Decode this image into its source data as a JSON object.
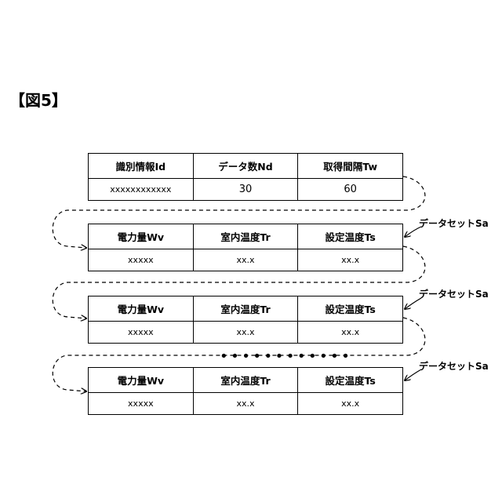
{
  "figure": {
    "label": "【図5】"
  },
  "header_table": {
    "headers": [
      "識別情報Id",
      "データ数Nd",
      "取得間隔Tw"
    ],
    "values": [
      "xxxxxxxxxxxx",
      "30",
      "60"
    ]
  },
  "data_sets": [
    {
      "label": "データセットSa",
      "headers": [
        "電力量Wv",
        "室内温度Tr",
        "設定温度Ts"
      ],
      "values": [
        "xxxxx",
        "xx.x",
        "xx.x"
      ]
    },
    {
      "label": "データセットSa",
      "headers": [
        "電力量Wv",
        "室内温度Tr",
        "設定温度Ts"
      ],
      "values": [
        "xxxxx",
        "xx.x",
        "xx.x"
      ]
    },
    {
      "label": "データセットSa",
      "headers": [
        "電力量Wv",
        "室内温度Tr",
        "設定温度Ts"
      ],
      "values": [
        "xxxxx",
        "xx.x",
        "xx.x"
      ]
    }
  ],
  "ellipsis": "••••••••••••"
}
